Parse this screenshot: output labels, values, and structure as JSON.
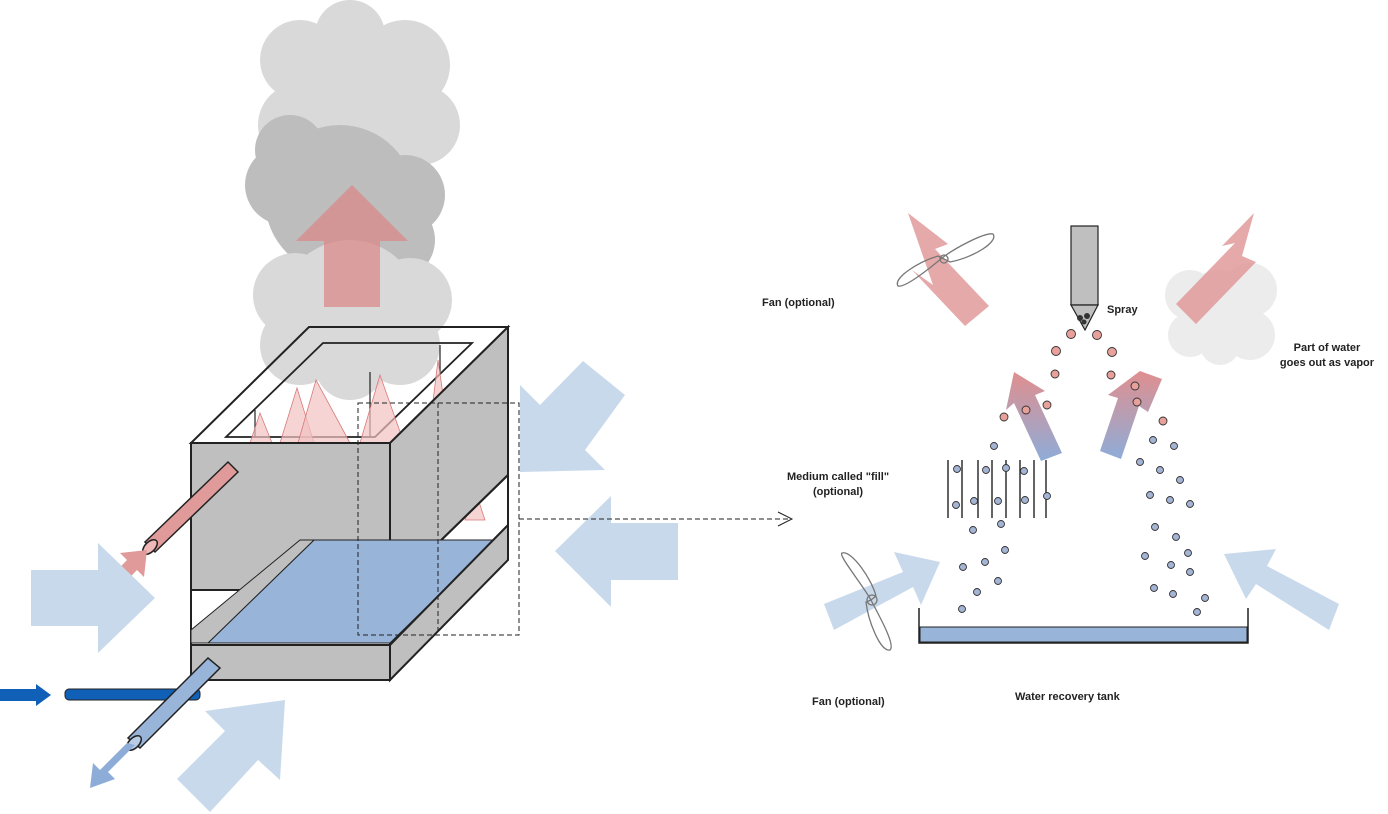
{
  "labels": {
    "fan_top": "Fan (optional)",
    "spray": "Spray",
    "vapor_line1": "Part of water",
    "vapor_line2": "goes out as vapor",
    "fill_line1": "Medium called \"fill\"",
    "fill_line2": "(optional)",
    "fan_bottom": "Fan (optional)",
    "tank": "Water recovery tank"
  },
  "colors": {
    "cool_air": "#c9d9ec",
    "warm_air": "#e09a9a",
    "warm_drop": "#e8a09a",
    "cool_drop": "#a4b4d4",
    "housing": "#bfbfbf",
    "water": "#98b4d8",
    "steam_light": "#d9d9d9",
    "steam_dark": "#bdbdbd",
    "inlet_pipe": "#1060b8"
  }
}
